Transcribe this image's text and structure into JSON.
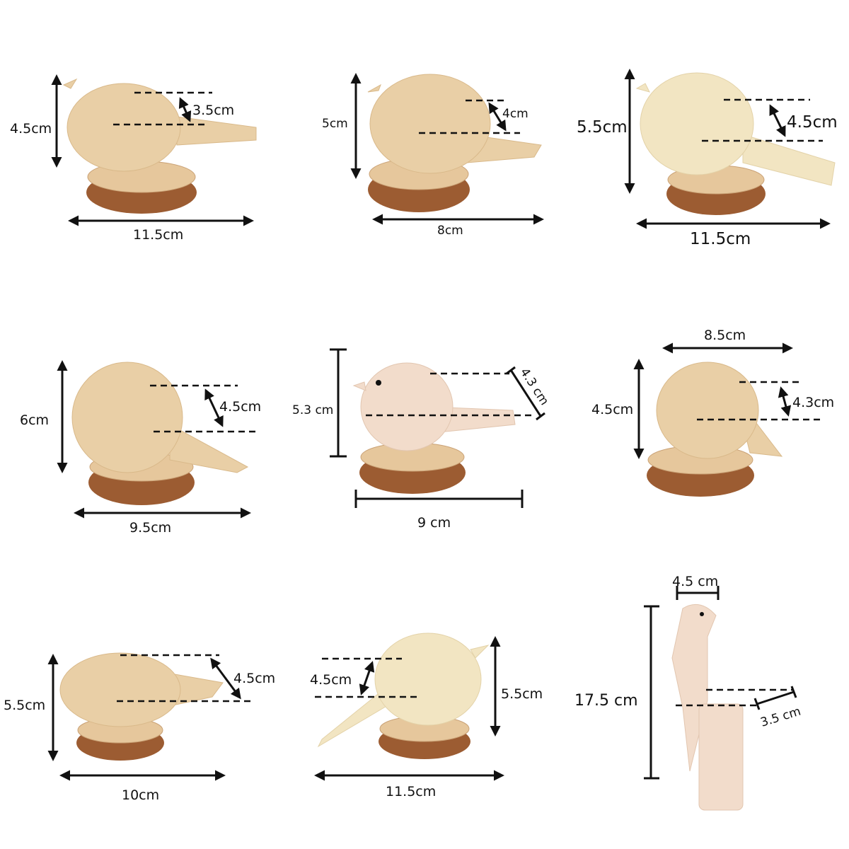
{
  "colors": {
    "wood": "#e9cfa6",
    "bark": "#9c5c32",
    "annotation": "#111111"
  },
  "panels": [
    {
      "height": "4.5cm",
      "depth": "3.5cm",
      "length": "11.5cm"
    },
    {
      "height": "5cm",
      "depth": "4cm",
      "length": "8cm"
    },
    {
      "height": "5.5cm",
      "depth": "4.5cm",
      "length": "11.5cm"
    },
    {
      "height": "6cm",
      "depth": "4.5cm",
      "length": "9.5cm"
    },
    {
      "height": "5.3 cm",
      "depth": "4.3 cm",
      "length": "9 cm"
    },
    {
      "width": "8.5cm",
      "height": "4.5cm",
      "depth": "4.3cm"
    },
    {
      "height": "5.5cm",
      "depth": "4.5cm",
      "length": "10cm"
    },
    {
      "depth": "4.5cm",
      "height": "5.5cm",
      "length": "11.5cm"
    },
    {
      "width": "4.5 cm",
      "height": "17.5 cm",
      "depth": "3.5 cm"
    }
  ]
}
